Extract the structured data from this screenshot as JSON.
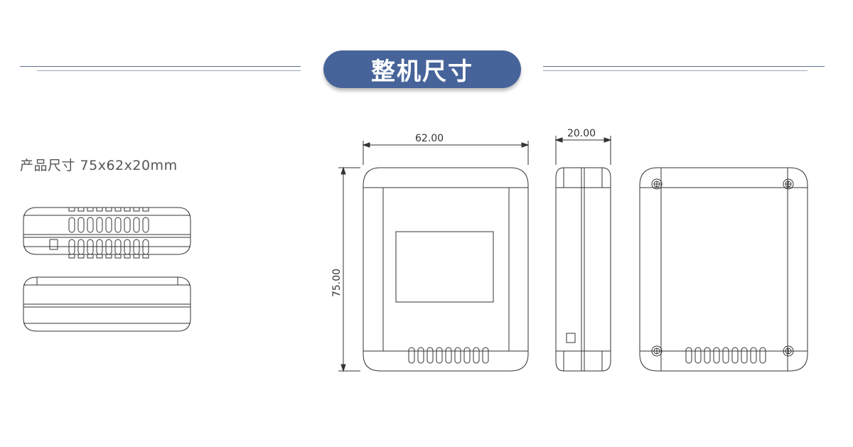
{
  "header": {
    "title": "整机尺寸"
  },
  "product": {
    "size_text": "产品尺寸 75x62x20mm"
  },
  "dimensions": {
    "width_label": "62.00",
    "depth_label": "20.00",
    "height_label": "75.00"
  },
  "colors": {
    "title_bg": "#47649a",
    "title_text": "#ffffff",
    "line": "#5a6f8a",
    "drawing": "#333333"
  }
}
